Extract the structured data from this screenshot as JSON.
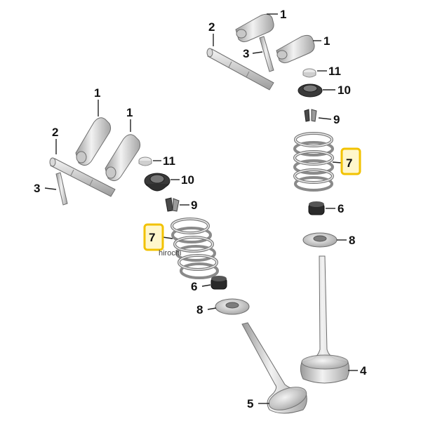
{
  "callouts": {
    "rocker_arm": "1",
    "rocker_shaft": "2",
    "dowel_pin": "3",
    "exhaust_valve": "4",
    "intake_valve": "5",
    "valve_stem_seal": "6",
    "valve_spring": "7",
    "spring_seat": "8",
    "valve_collets": "9",
    "spring_retainer": "10",
    "shim": "11"
  },
  "watermark": "hirochi",
  "colors": {
    "part_light": "#e6e6e6",
    "part_mid": "#bdbdbd",
    "part_dark": "#8a8a8a",
    "outline": "#6e6e6e",
    "rubber": "#2a2a2a",
    "highlight_border": "#f2c200",
    "highlight_fill": "#fff7cc",
    "text": "#111111"
  }
}
